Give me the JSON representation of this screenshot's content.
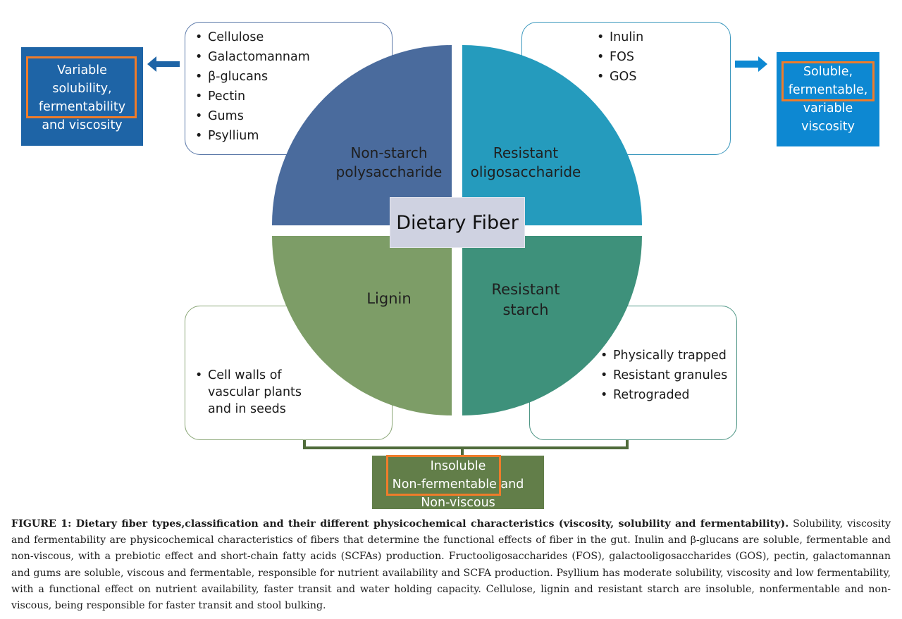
{
  "diagram": {
    "center": {
      "title": "Dietary Fiber",
      "color": "#cfd2e1"
    },
    "quadrants": [
      {
        "id": "non-starch-polysaccharide",
        "label_lines": [
          "Non-starch",
          "polysaccharide"
        ],
        "color": "#4a6b9d"
      },
      {
        "id": "resistant-oligosaccharide",
        "label_lines": [
          "Resistant",
          "oligosaccharide"
        ],
        "color": "#259bbd"
      },
      {
        "id": "lignin",
        "label_lines": [
          "Lignin"
        ],
        "color": "#7d9d67"
      },
      {
        "id": "resistant-starch",
        "label_lines": [
          "Resistant",
          "starch"
        ],
        "color": "#3e917b"
      }
    ],
    "examples": {
      "non_starch_polysaccharide": [
        "Cellulose",
        "Galactomannam",
        "β-glucans",
        "Pectin",
        "Gums",
        "Psyllium"
      ],
      "resistant_oligosaccharide": [
        "Inulin",
        "FOS",
        "GOS"
      ],
      "lignin": [
        "Cell walls of vascular plants and in seeds"
      ],
      "resistant_starch": [
        "Physically trapped",
        "Resistant granules",
        "Retrograded"
      ]
    },
    "properties": {
      "left": {
        "lines": [
          "Variable",
          "solubility,",
          "fermentability",
          "and viscosity"
        ],
        "color": "#1e64a6",
        "arrow": "arrow-left"
      },
      "right": {
        "lines": [
          "Soluble,",
          "fermentable,",
          "variable",
          "viscosity"
        ],
        "color": "#0d88d2",
        "arrow": "arrow-right"
      },
      "bottom": {
        "lines": [
          "Insoluble",
          "Non-fermentable and",
          "Non-viscous"
        ],
        "color": "#627e49",
        "connector": "bracket"
      }
    },
    "highlight_color": "#ef7c2a"
  },
  "caption": {
    "title": "FIGURE 1: Dietary fiber types,classification and their different physicochemical characteristics (viscosity, solubility and fermentability).",
    "body": "Solubility, viscosity and fermentability are physicochemical characteristics of fibers that determine the functional effects of fiber in the gut. Inulin and β-glucans are soluble, fermentable and non-viscous, with a prebiotic effect and short-chain fatty acids (SCFAs) production. Fructooligosaccharides (FOS), galactooligosaccharides (GOS), pectin, galactomannan and gums are soluble, viscous and fermentable, responsible for nutrient availability and SCFA production. Psyllium has moderate solubility, viscosity and low fermentability, with a functional effect on nutrient availability, faster transit and water holding capacity. Cellulose, lignin and resistant starch are insoluble, nonfermentable and non-viscous, being responsible for faster transit and stool bulking."
  }
}
